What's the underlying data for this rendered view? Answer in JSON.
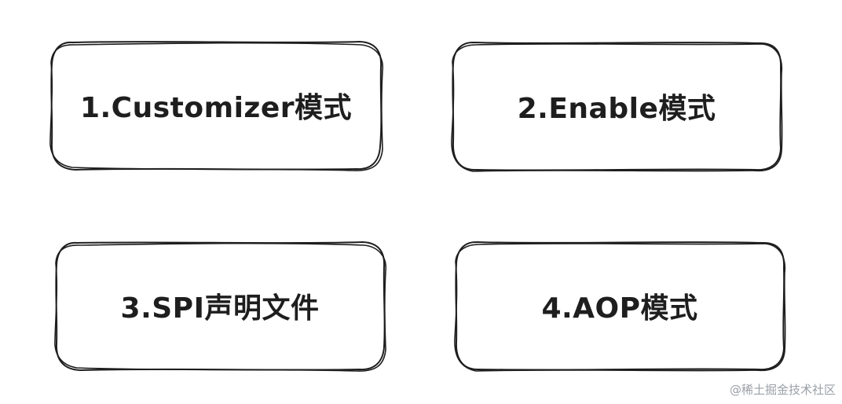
{
  "diagram": {
    "boxes": [
      {
        "label": "1.Customizer模式"
      },
      {
        "label": "2.Enable模式"
      },
      {
        "label": "3.SPI声明文件"
      },
      {
        "label": "4.AOP模式"
      }
    ],
    "stroke_color": "#1e1e1e",
    "fill_color": "#ffffff"
  },
  "watermark": "@稀土掘金技术社区"
}
